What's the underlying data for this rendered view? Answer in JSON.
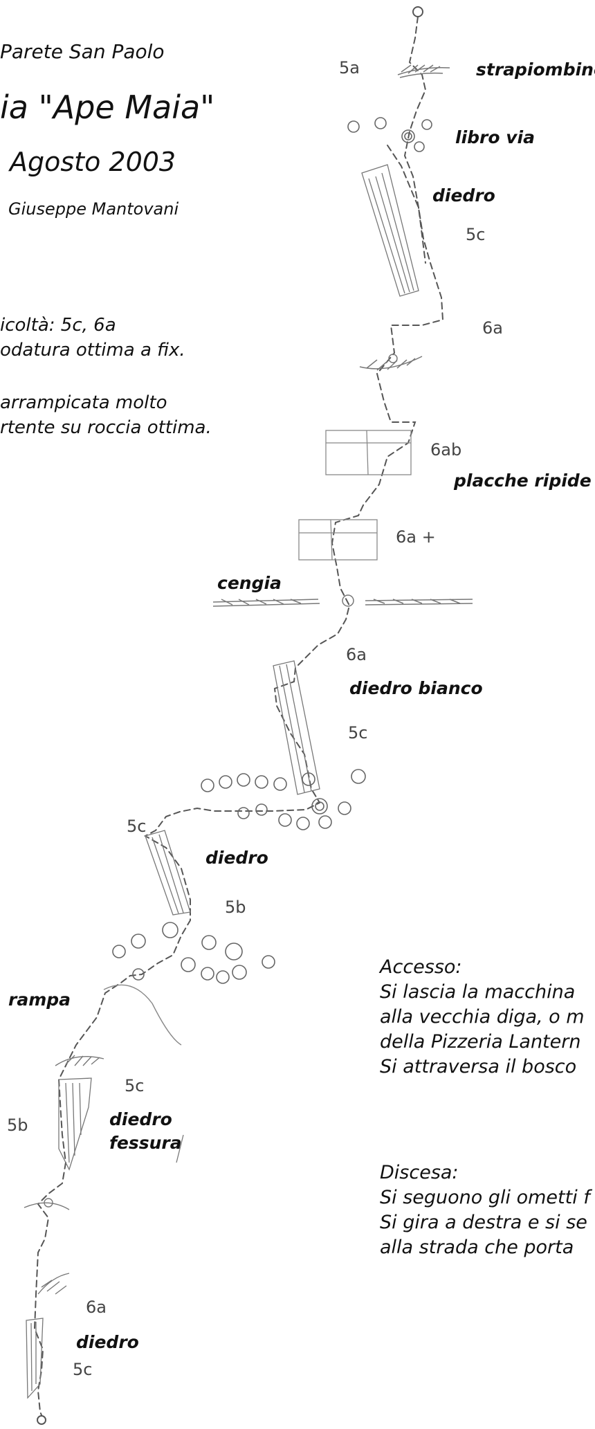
{
  "header": {
    "area": "Parete San Paolo",
    "title": "ia \"Ape Maia\"",
    "date": "Agosto 2003",
    "author": "Giuseppe Mantovani"
  },
  "info": {
    "line1": "icoltà: 5c, 6a",
    "line2": "odatura ottima a fix.",
    "line3": " arrampicata molto",
    "line4": "rtente su roccia ottima."
  },
  "route_labels": {
    "strapiombino": "strapiombino",
    "libro_via": "libro via",
    "diedro_1": "diedro",
    "placche_ripide": "placche ripide",
    "cengia": "cengia",
    "diedro_bianco": "diedro bianco",
    "diedro_2": "diedro",
    "rampa": "rampa",
    "diedro_fessura_1": "diedro",
    "diedro_fessura_2": "fessura",
    "diedro_3": "diedro"
  },
  "grades": {
    "g_5a_top": "5a",
    "g_5c_diedro": "5c",
    "g_6a_1": "6a",
    "g_6ab": "6ab",
    "g_6a_plus": "6a +",
    "g_6a_bianco": "6a",
    "g_5c_bianco": "5c",
    "g_5c_left": "5c",
    "g_5b": "5b",
    "g_5c_rampa": "5c",
    "g_5b_fessura": "5b",
    "g_6a_bottom": "6a",
    "g_5c_bottom": "5c"
  },
  "access": {
    "heading": "Accesso:",
    "line1": "Si lascia la macchina",
    "line2": "alla vecchia diga, o m",
    "line3": "della Pizzeria Lantern",
    "line4": "Si attraversa il bosco"
  },
  "descent": {
    "heading": "Discesa:",
    "line1": "Si seguono gli ometti f",
    "line2": "Si gira a destra e si se",
    "line3": "alla strada che porta"
  }
}
